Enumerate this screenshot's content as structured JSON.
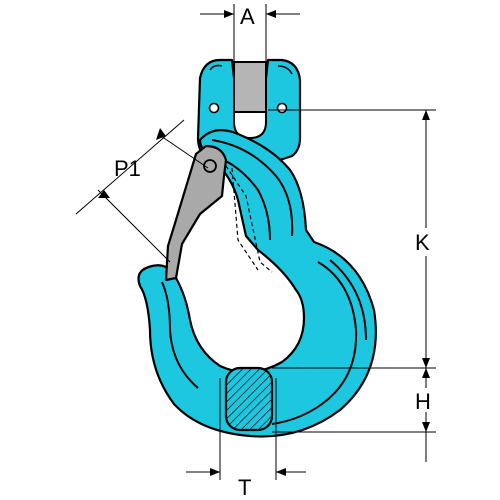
{
  "diagram": {
    "labels": {
      "A": "A",
      "P1": "P1",
      "K": "K",
      "H": "H",
      "T": "T"
    },
    "colors": {
      "hook_body": "#1ec7e0",
      "latch": "#a9a9a9",
      "shackle_pin": "#b5b5b5",
      "outline": "#000000",
      "background": "#ffffff"
    }
  }
}
